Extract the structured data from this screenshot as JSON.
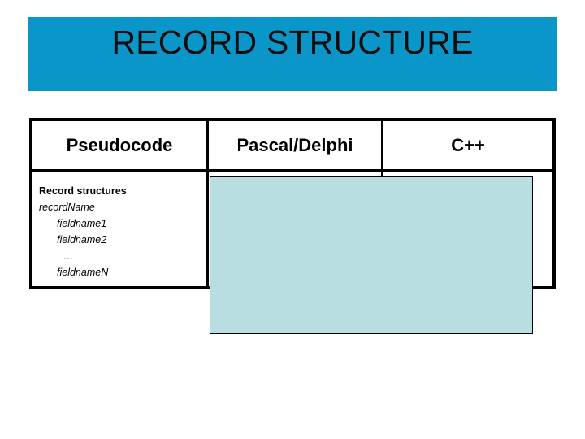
{
  "slide": {
    "title": "RECORD STRUCTURE",
    "banner_color": "#0b96c9",
    "background_color": "#ffffff"
  },
  "table": {
    "columns": [
      {
        "id": "pseudocode",
        "header": "Pseudocode"
      },
      {
        "id": "pascal_delphi",
        "header": "Pascal/Delphi"
      },
      {
        "id": "cpp",
        "header": "C++"
      }
    ],
    "border_color": "#000000",
    "cells": {
      "pseudocode": {
        "lines": [
          {
            "text": "Record structures",
            "style": "bold"
          },
          {
            "text": "recordName",
            "style": "italic"
          },
          {
            "text": "fieldname1",
            "style": "italic-indent"
          },
          {
            "text": "fieldname2",
            "style": "italic-indent"
          },
          {
            "text": "…",
            "style": "italic-indent-small"
          },
          {
            "text": "fieldnameN",
            "style": "italic-indent"
          }
        ]
      },
      "pascal_delphi": {
        "lines": []
      },
      "cpp": {
        "lines": []
      }
    }
  },
  "overlay": {
    "code_placeholder": {
      "fill_color": "#b8dee2",
      "border_color": "#000000",
      "text": ""
    }
  }
}
